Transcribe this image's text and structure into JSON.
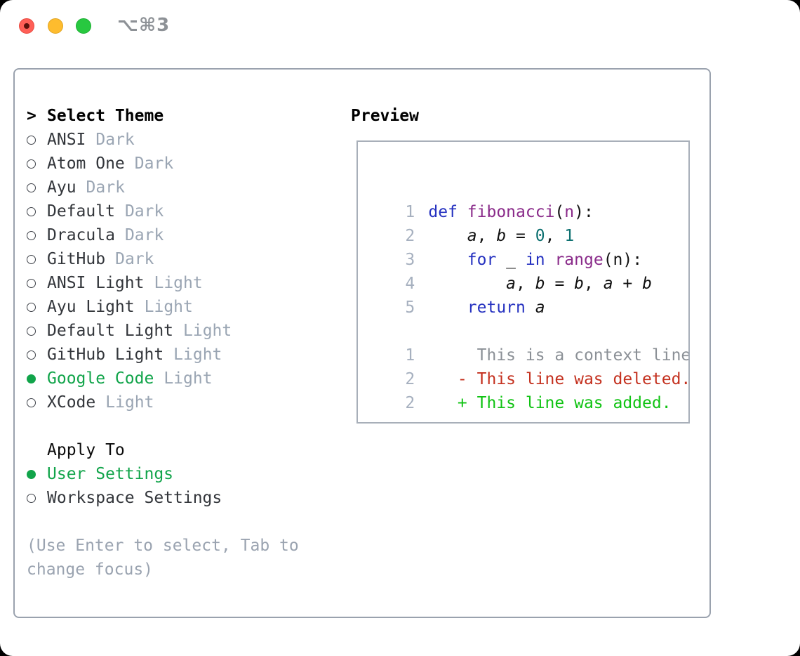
{
  "window": {
    "shortcut_label": "⌥⌘3",
    "traffic_lights": [
      {
        "name": "close",
        "unsaved_dot": true
      },
      {
        "name": "minimize",
        "unsaved_dot": false
      },
      {
        "name": "zoom",
        "unsaved_dot": false
      }
    ]
  },
  "colors": {
    "select": "#11a44a",
    "keyword": "#2531c0",
    "title": "#8a2b8a",
    "number": "#0d7070",
    "plain": "#111111",
    "context": "#8b9096",
    "deleted": "#c4311f",
    "added": "#10c313",
    "linenum": "#a6b0bf",
    "suffix": "#9aa5b3",
    "item": "#33363b",
    "hint": "#9aa3b0"
  },
  "theme_panel": {
    "title": "Select Theme",
    "title_prefix": ">",
    "items": [
      {
        "name": "ANSI",
        "variant": "Dark",
        "selected": false
      },
      {
        "name": "Atom One",
        "variant": "Dark",
        "selected": false
      },
      {
        "name": "Ayu",
        "variant": "Dark",
        "selected": false
      },
      {
        "name": "Default",
        "variant": "Dark",
        "selected": false
      },
      {
        "name": "Dracula",
        "variant": "Dark",
        "selected": false
      },
      {
        "name": "GitHub",
        "variant": "Dark",
        "selected": false
      },
      {
        "name": "ANSI Light",
        "variant": "Light",
        "selected": false
      },
      {
        "name": "Ayu Light",
        "variant": "Light",
        "selected": false
      },
      {
        "name": "Default Light",
        "variant": "Light",
        "selected": false
      },
      {
        "name": "GitHub Light",
        "variant": "Light",
        "selected": false
      },
      {
        "name": "Google Code",
        "variant": "Light",
        "selected": true
      },
      {
        "name": "XCode",
        "variant": "Light",
        "selected": false
      }
    ]
  },
  "apply_panel": {
    "title": "Apply To",
    "options": [
      {
        "name": "User Settings",
        "selected": true
      },
      {
        "name": "Workspace Settings",
        "selected": false
      }
    ]
  },
  "hint": "(Use Enter to select, Tab to change focus)",
  "preview": {
    "title": "Preview",
    "code_lines": [
      {
        "num": "1",
        "tokens": [
          {
            "text": "def",
            "type": "keyword"
          },
          {
            "text": " ",
            "type": "plain"
          },
          {
            "text": "fibonacci",
            "type": "title"
          },
          {
            "text": "(",
            "type": "plain"
          },
          {
            "text": "n",
            "type": "title"
          },
          {
            "text": "):",
            "type": "plain"
          }
        ]
      },
      {
        "num": "2",
        "tokens": [
          {
            "text": "    ",
            "type": "plain"
          },
          {
            "text": "a",
            "type": "variable"
          },
          {
            "text": ", ",
            "type": "plain"
          },
          {
            "text": "b",
            "type": "variable"
          },
          {
            "text": " = ",
            "type": "plain"
          },
          {
            "text": "0",
            "type": "number"
          },
          {
            "text": ", ",
            "type": "plain"
          },
          {
            "text": "1",
            "type": "number"
          }
        ]
      },
      {
        "num": "3",
        "tokens": [
          {
            "text": "    ",
            "type": "plain"
          },
          {
            "text": "for",
            "type": "keyword"
          },
          {
            "text": " _ ",
            "type": "plain"
          },
          {
            "text": "in",
            "type": "keyword"
          },
          {
            "text": " ",
            "type": "plain"
          },
          {
            "text": "range",
            "type": "title"
          },
          {
            "text": "(n):",
            "type": "plain"
          }
        ]
      },
      {
        "num": "4",
        "tokens": [
          {
            "text": "        ",
            "type": "plain"
          },
          {
            "text": "a",
            "type": "variable"
          },
          {
            "text": ", ",
            "type": "plain"
          },
          {
            "text": "b",
            "type": "variable"
          },
          {
            "text": " = ",
            "type": "plain"
          },
          {
            "text": "b",
            "type": "variable"
          },
          {
            "text": ", ",
            "type": "plain"
          },
          {
            "text": "a",
            "type": "variable"
          },
          {
            "text": " + ",
            "type": "plain"
          },
          {
            "text": "b",
            "type": "variable"
          }
        ]
      },
      {
        "num": "5",
        "tokens": [
          {
            "text": "    ",
            "type": "plain"
          },
          {
            "text": "return",
            "type": "keyword"
          },
          {
            "text": " ",
            "type": "plain"
          },
          {
            "text": "a",
            "type": "variable"
          }
        ]
      }
    ],
    "diff_lines": [
      {
        "num": "1",
        "marker": "",
        "text": "This is a context line.",
        "kind": "context"
      },
      {
        "num": "2",
        "marker": "-",
        "text": "This line was deleted.",
        "kind": "deleted"
      },
      {
        "num": "2",
        "marker": "+",
        "text": "This line was added.",
        "kind": "added"
      }
    ]
  }
}
